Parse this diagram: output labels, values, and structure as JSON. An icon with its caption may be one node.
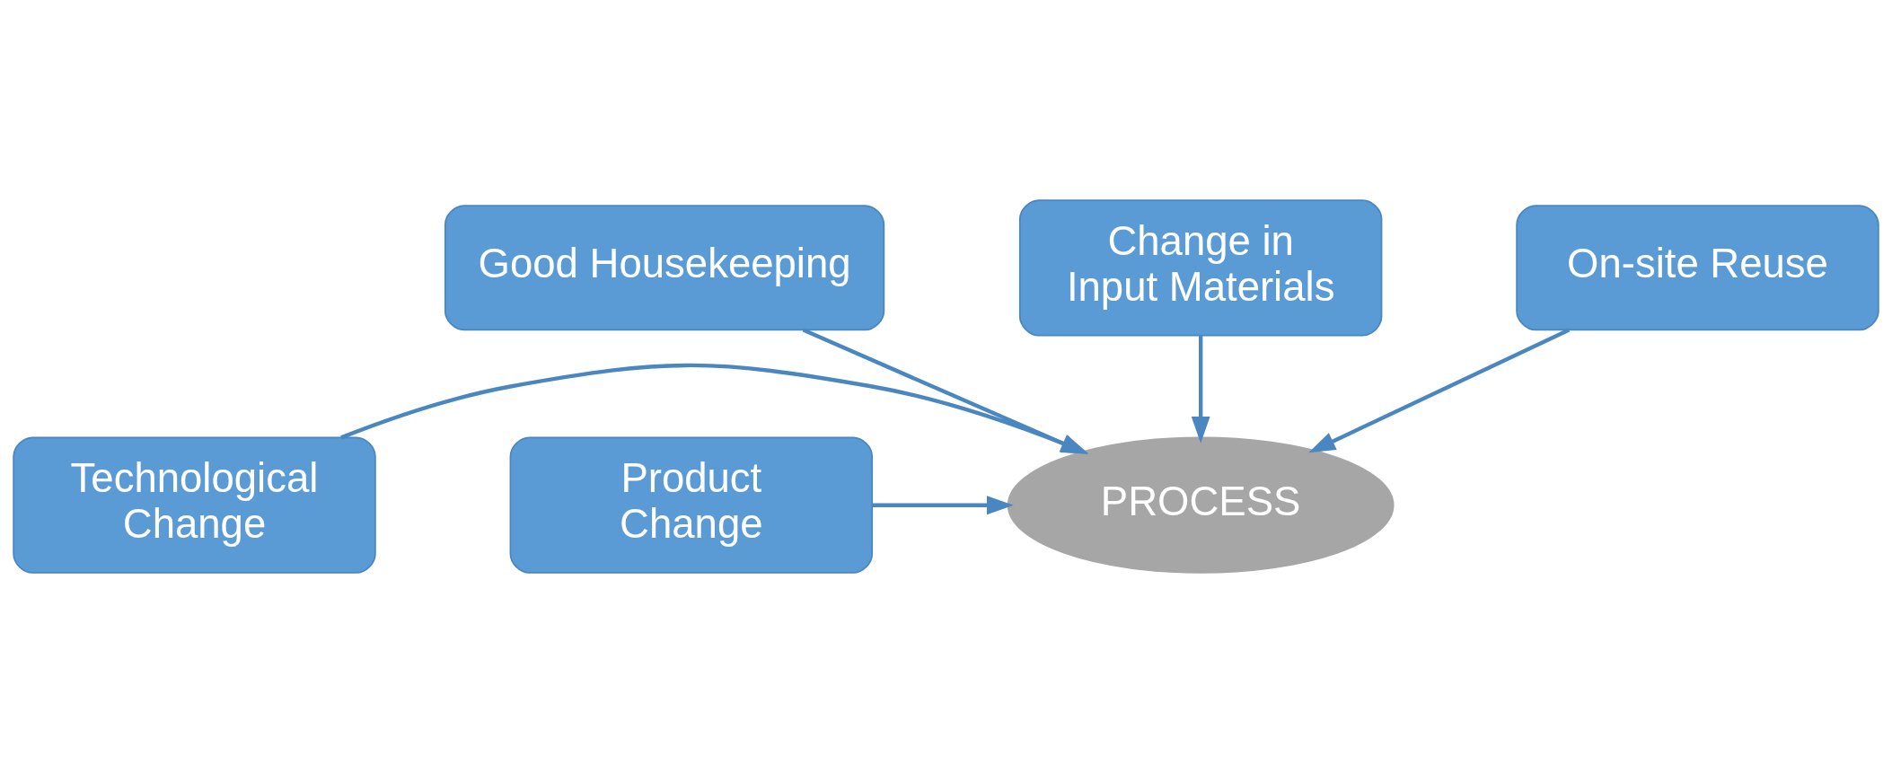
{
  "diagram": {
    "nodes": [
      {
        "text": [
          "Good Housekeeping"
        ]
      },
      {
        "text": [
          "Technological Change"
        ]
      },
      {
        "text": [
          "PROCESS"
        ]
      },
      {
        "text": [
          "Product Change"
        ]
      },
      {
        "text": [
          "Change in Input Materials"
        ]
      },
      {
        "text": [
          "On-site Reuse"
        ]
      }
    ],
    "edges": [
      {
        "from": 0,
        "to": 2,
        "arrow": "to"
      },
      {
        "from": 1,
        "to": 2,
        "arrow": "to"
      },
      {
        "from": 3,
        "to": 2,
        "arrow": "to"
      },
      {
        "from": 4,
        "to": 2,
        "arrow": "to"
      },
      {
        "from": 5,
        "to": 2,
        "arrow": "to"
      }
    ]
  }
}
